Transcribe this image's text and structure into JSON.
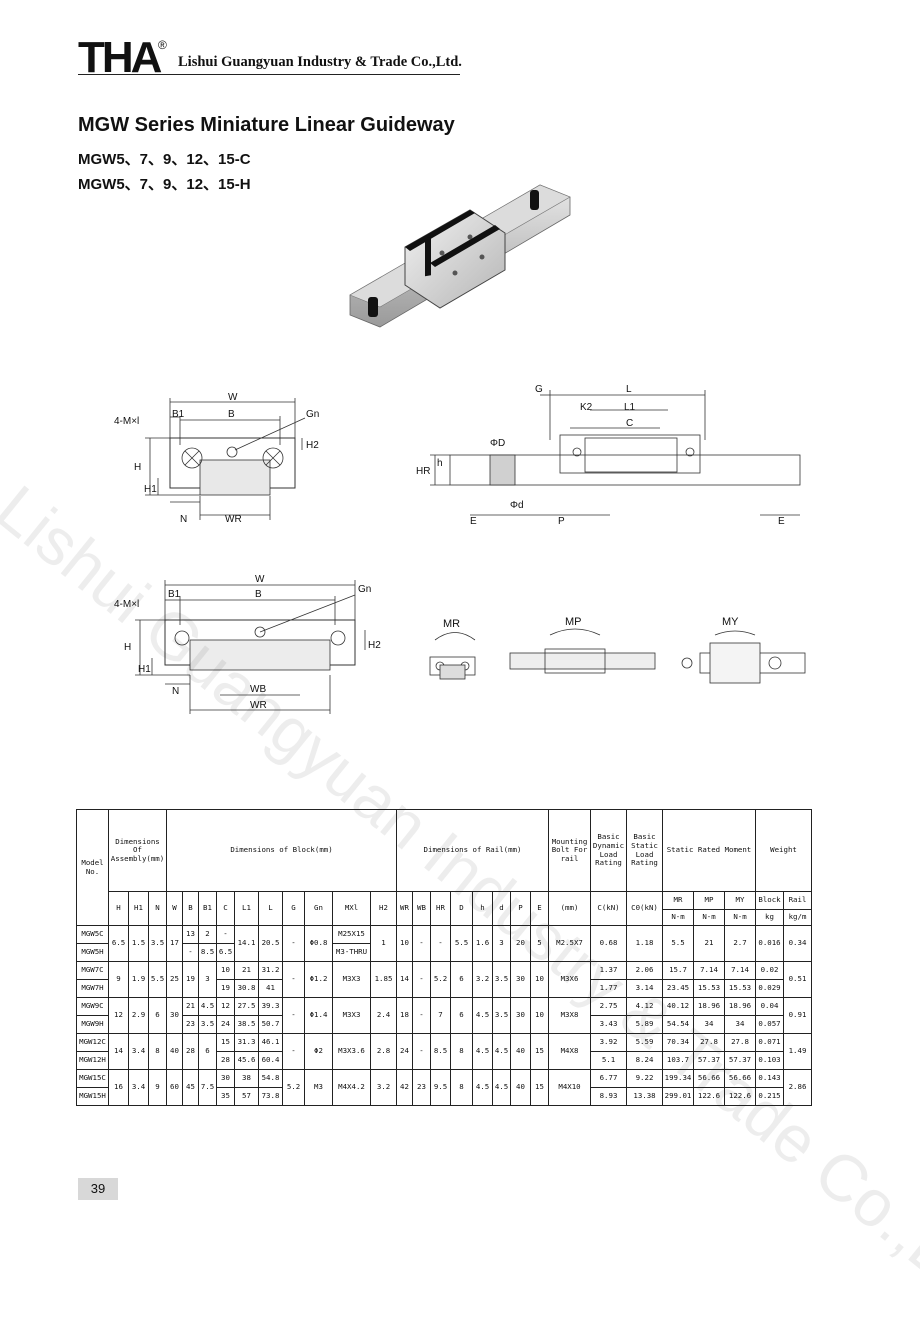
{
  "header": {
    "logo": "THA",
    "registered": "®",
    "company": "Lishui Guangyuan Industry & Trade Co.,Ltd."
  },
  "title": "MGW Series Miniature Linear Guideway",
  "subtitles": [
    "MGW5、7、9、12、15-C",
    "MGW5、7、9、12、15-H"
  ],
  "watermark": "Lishui Guangyuan Industry & Trade Co.,Ltd.",
  "drawing_labels": {
    "top_left": {
      "W": "W",
      "B": "B",
      "B1": "B1",
      "mx": "4-M×l",
      "Gn": "Gn",
      "H2": "H2",
      "H": "H",
      "H1": "H1",
      "N": "N",
      "WR": "WR"
    },
    "top_right": {
      "G": "G",
      "L": "L",
      "K2": "K2",
      "L1": "L1",
      "C": "C",
      "D": "ΦD",
      "HR": "HR",
      "h": "h",
      "d": "Φd",
      "E1": "E",
      "P": "P",
      "E2": "E"
    },
    "mid_left": {
      "W": "W",
      "B": "B",
      "B1": "B1",
      "mx": "4-M×l",
      "Gn": "Gn",
      "H2": "H2",
      "H": "H",
      "H1": "H1",
      "N": "N",
      "WB": "WB",
      "WR": "WR"
    },
    "moments": {
      "MR": "MR",
      "MP": "MP",
      "MY": "MY"
    }
  },
  "table": {
    "group_headers": {
      "model": "Model No.",
      "assembly": "Dimensions Of Assembly(mm)",
      "block": "Dimensions of Block(mm)",
      "rail": "Dimensions of Rail(mm)",
      "bolt": "Mounting Bolt For rail",
      "dynamic": "Basic Dynamic Load Rating",
      "static": "Basic Static Load Rating",
      "moment": "Static Rated Moment",
      "weight": "Weight"
    },
    "sub_headers": [
      "H",
      "H1",
      "N",
      "W",
      "B",
      "B1",
      "C",
      "L1",
      "L",
      "G",
      "Gn",
      "MXl",
      "H2",
      "WR",
      "WB",
      "HR",
      "D",
      "h",
      "d",
      "P",
      "E",
      "(mm)",
      "C(kN)",
      "C0(kN)",
      "MR",
      "MP",
      "MY",
      "Block",
      "Rail"
    ],
    "units": [
      "N-m",
      "N-m",
      "N-m",
      "kg",
      "kg/m"
    ],
    "groups": [
      {
        "H": "6.5",
        "H1": "1.5",
        "N": "3.5",
        "W": "17",
        "G": "-",
        "Gn": "Φ0.8",
        "H2": "1",
        "WR": "10",
        "WB": "-",
        "HR": "-",
        "D": "5.5",
        "h": "1.6",
        "d": "3",
        "P": "20",
        "E": "5",
        "bolt": "M2.5X7",
        "rail_wt": "0.34",
        "rows": [
          {
            "model": "MGW5C",
            "B": "13",
            "B1": "2",
            "C": "-",
            "L1": "14.1",
            "L": "20.5",
            "MX": "M25X15",
            "C_kN": "0.68",
            "C0_kN": "1.18",
            "MR": "5.5",
            "MP": "21",
            "MY": "2.7",
            "block": "0.016"
          },
          {
            "model": "MGW5H",
            "B": "-",
            "B1": "8.5",
            "C": "6.5",
            "L1": "",
            "L": "",
            "MX": "M3-THRU",
            "C_kN": "",
            "C0_kN": "",
            "MR": "",
            "MP": "",
            "MY": "",
            "block": ""
          }
        ]
      },
      {
        "H": "9",
        "H1": "1.9",
        "N": "5.5",
        "W": "25",
        "B": "19",
        "B1": "3",
        "G": "-",
        "Gn": "Φ1.2",
        "MX": "M3X3",
        "H2": "1.85",
        "WR": "14",
        "WB": "-",
        "HR": "5.2",
        "D": "6",
        "h": "3.2",
        "d": "3.5",
        "P": "30",
        "E": "10",
        "bolt": "M3X6",
        "rail_wt": "0.51",
        "rows": [
          {
            "model": "MGW7C",
            "C": "10",
            "L1": "21",
            "L": "31.2",
            "C_kN": "1.37",
            "C0_kN": "2.06",
            "MR": "15.7",
            "MP": "7.14",
            "MY": "7.14",
            "block": "0.02"
          },
          {
            "model": "MGW7H",
            "C": "19",
            "L1": "30.8",
            "L": "41",
            "C_kN": "1.77",
            "C0_kN": "3.14",
            "MR": "23.45",
            "MP": "15.53",
            "MY": "15.53",
            "block": "0.029"
          }
        ]
      },
      {
        "H": "12",
        "H1": "2.9",
        "N": "6",
        "W": "30",
        "G": "-",
        "Gn": "Φ1.4",
        "MX": "M3X3",
        "H2": "2.4",
        "WR": "18",
        "WB": "-",
        "HR": "7",
        "D": "6",
        "h": "4.5",
        "d": "3.5",
        "P": "30",
        "E": "10",
        "bolt": "M3X8",
        "rail_wt": "0.91",
        "rows": [
          {
            "model": "MGW9C",
            "B": "21",
            "B1": "4.5",
            "C": "12",
            "L1": "27.5",
            "L": "39.3",
            "C_kN": "2.75",
            "C0_kN": "4.12",
            "MR": "40.12",
            "MP": "18.96",
            "MY": "18.96",
            "block": "0.04"
          },
          {
            "model": "MGW9H",
            "B": "23",
            "B1": "3.5",
            "C": "24",
            "L1": "38.5",
            "L": "50.7",
            "C_kN": "3.43",
            "C0_kN": "5.89",
            "MR": "54.54",
            "MP": "34",
            "MY": "34",
            "block": "0.057"
          }
        ]
      },
      {
        "H": "14",
        "H1": "3.4",
        "N": "8",
        "W": "40",
        "B": "28",
        "B1": "6",
        "G": "-",
        "Gn": "Φ2",
        "MX": "M3X3.6",
        "H2": "2.8",
        "WR": "24",
        "WB": "-",
        "HR": "8.5",
        "D": "8",
        "h": "4.5",
        "d": "4.5",
        "P": "40",
        "E": "15",
        "bolt": "M4X8",
        "rail_wt": "1.49",
        "rows": [
          {
            "model": "MGW12C",
            "C": "15",
            "L1": "31.3",
            "L": "46.1",
            "C_kN": "3.92",
            "C0_kN": "5.59",
            "MR": "70.34",
            "MP": "27.8",
            "MY": "27.8",
            "block": "0.071"
          },
          {
            "model": "MGW12H",
            "C": "28",
            "L1": "45.6",
            "L": "60.4",
            "C_kN": "5.1",
            "C0_kN": "8.24",
            "MR": "103.7",
            "MP": "57.37",
            "MY": "57.37",
            "block": "0.103"
          }
        ]
      },
      {
        "H": "16",
        "H1": "3.4",
        "N": "9",
        "W": "60",
        "B": "45",
        "B1": "7.5",
        "G": "5.2",
        "Gn": "M3",
        "MX": "M4X4.2",
        "H2": "3.2",
        "WR": "42",
        "WB": "23",
        "HR": "9.5",
        "D": "8",
        "h": "4.5",
        "d": "4.5",
        "P": "40",
        "E": "15",
        "bolt": "M4X10",
        "rail_wt": "2.86",
        "rows": [
          {
            "model": "MGW15C",
            "C": "30",
            "L1": "38",
            "L": "54.8",
            "C_kN": "6.77",
            "C0_kN": "9.22",
            "MR": "199.34",
            "MP": "56.66",
            "MY": "56.66",
            "block": "0.143"
          },
          {
            "model": "MGW15H",
            "C": "35",
            "L1": "57",
            "L": "73.8",
            "C_kN": "8.93",
            "C0_kN": "13.38",
            "MR": "299.01",
            "MP": "122.6",
            "MY": "122.6",
            "block": "0.215"
          }
        ]
      }
    ]
  },
  "page_number": "39"
}
